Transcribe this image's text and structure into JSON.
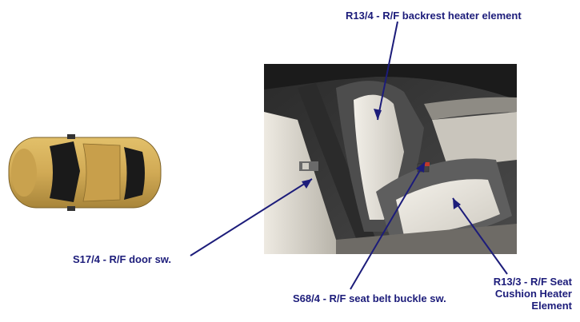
{
  "callouts": {
    "backrest": "R13/4 - R/F backrest heater element",
    "door_switch": "S17/4 - R/F door sw.",
    "belt_buckle": "S68/4 - R/F seat belt buckle sw.",
    "cushion_line1": "R13/3 - R/F Seat",
    "cushion_line2": "Cushion Heater",
    "cushion_line3": "Element"
  },
  "colors": {
    "callout_text": "#1c1c7a",
    "leader_line": "#1c1c7a",
    "car_body": "#d1aa55",
    "car_glass": "#1a1a1a",
    "seat_bolster": "#5a5a5a",
    "seat_center": "#e9e6de",
    "photo_bg": "#3a3a3a"
  }
}
